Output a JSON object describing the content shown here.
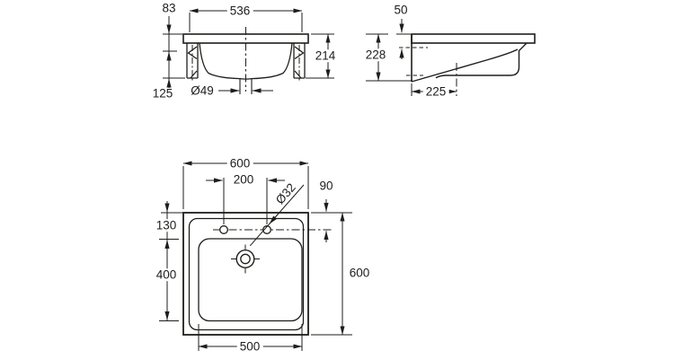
{
  "drawing": {
    "colors": {
      "ink": "#1d1d1b",
      "paper": "#ffffff"
    },
    "front_view": {
      "rim_to_bracket": "83",
      "body_width": "536",
      "overall_height": "214",
      "bracket_lower": "125",
      "drain_diameter": "Ø49"
    },
    "side_view": {
      "apron_height": "50",
      "overall_height": "228",
      "drain_from_wall": "225"
    },
    "top_view": {
      "overall_width": "600",
      "tap_hole_spacing": "200",
      "tap_hole_diameter": "Ø32",
      "tap_offset_from_edge": "90",
      "bowl_offset_from_edge": "130",
      "bowl_length": "400",
      "overall_depth": "600",
      "bowl_width": "500"
    }
  }
}
